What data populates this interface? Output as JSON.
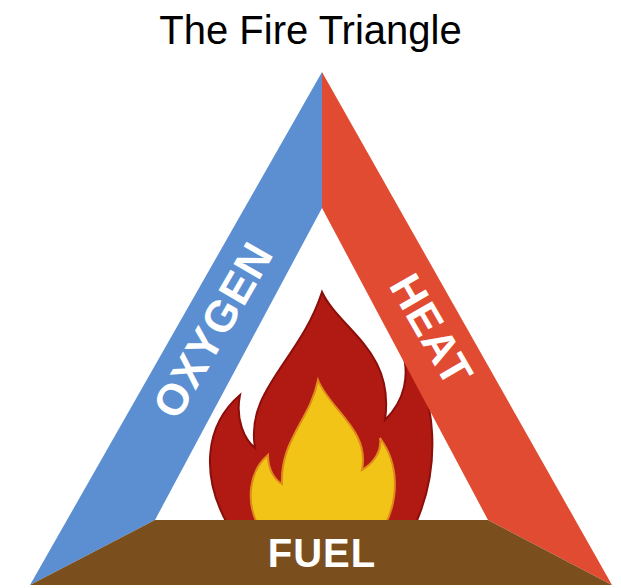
{
  "diagram": {
    "title": "The Fire Triangle",
    "nodes": [
      {
        "text": [
          "OXYGEN"
        ]
      },
      {
        "text": [
          "HEAT"
        ]
      },
      {
        "text": [
          "FUEL"
        ]
      }
    ]
  }
}
